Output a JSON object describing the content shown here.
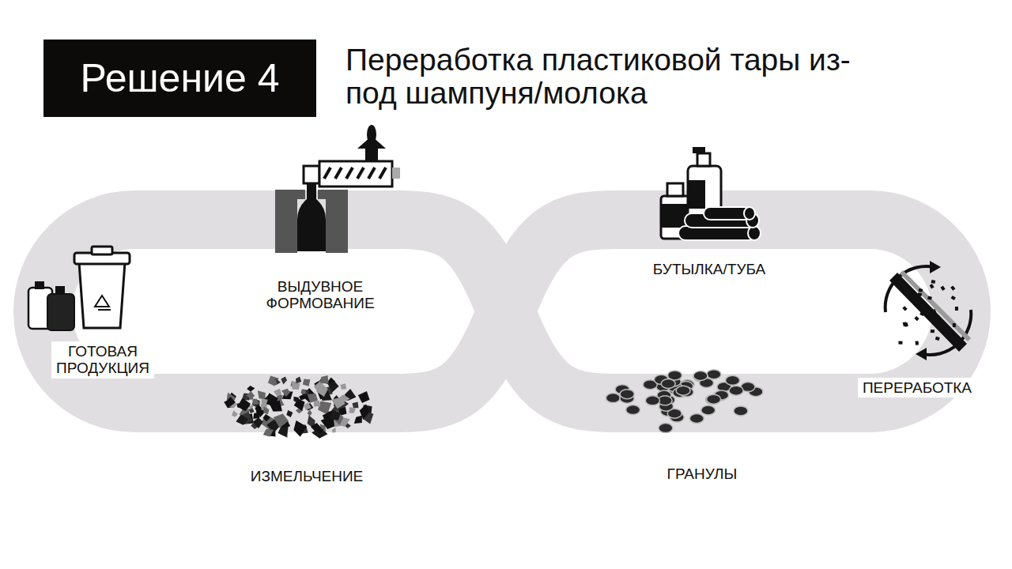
{
  "diagram": {
    "title": "Переработка пластиковой тары из-под шампуня/молока",
    "nodes": [
      {
        "text": [
          "Решение 4"
        ]
      }
    ],
    "labels": [
      "ГОТОВАЯ ПРОДУКЦИЯ",
      "ВЫДУВНОЕ ФОРМОВАНИЕ",
      "БУТЫЛКА/ТУБА",
      "ПЕРЕРАБОТКА",
      "ГРАНУЛЫ",
      "ИЗМЕЛЬЧЕНИЕ"
    ]
  }
}
